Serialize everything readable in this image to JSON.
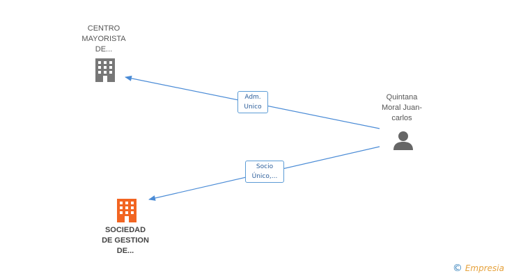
{
  "nodes": {
    "company_top": {
      "label": "CENTRO\nMAYORISTA\nDE...",
      "icon": "building-icon",
      "color": "#777777"
    },
    "company_bottom": {
      "label": "SOCIEDAD\nDE GESTION\nDE...",
      "icon": "building-icon",
      "color": "#f26522"
    },
    "person": {
      "label": "Quintana\nMoral Juan-\ncarlos",
      "icon": "person-icon",
      "color": "#666666"
    }
  },
  "edges": [
    {
      "from": "person",
      "to": "company_top",
      "label": "Adm.\nUnico"
    },
    {
      "from": "person",
      "to": "company_bottom",
      "label": "Socio\nÚnico,..."
    }
  ],
  "colors": {
    "edge": "#4a8bd6",
    "edge_label_border": "#5b9bd5"
  },
  "watermark": {
    "symbol": "©",
    "text": "Empresia"
  }
}
